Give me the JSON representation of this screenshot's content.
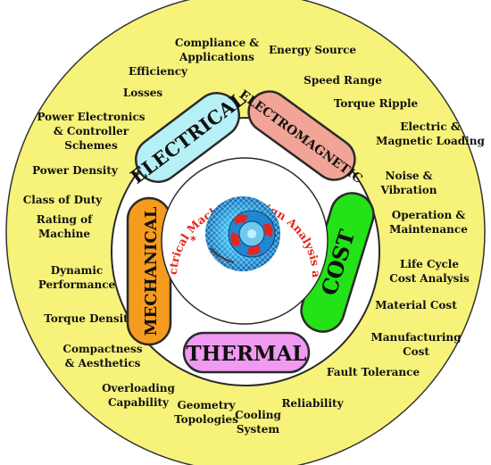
{
  "colors": {
    "outer_ring": "#f7f27a",
    "outer_ring_stroke": "#333333",
    "inner_circle_fill": "#ffffff",
    "inner_ring_stroke": "#2a2a2a",
    "title_text": "#e3271b",
    "electrical": "#b6f0f7",
    "electromagnetic": "#f2a596",
    "cost": "#23e217",
    "thermal": "#f09af2",
    "mechanical": "#f59b1e"
  },
  "center_title": "Parameters of Electrical Machine Design Analysis and Characteristic",
  "categories": [
    {
      "id": "electrical",
      "label": "ELECTRICAL"
    },
    {
      "id": "electromagnetic",
      "label": "ELECTROMAGNETIC"
    },
    {
      "id": "cost",
      "label": "COST"
    },
    {
      "id": "thermal",
      "label": "THERMAL"
    },
    {
      "id": "mechanical",
      "label": "MECHANICAL"
    }
  ],
  "parameters": [
    {
      "lines": [
        "Compliance &",
        "Applications"
      ]
    },
    {
      "lines": [
        "Energy Source"
      ]
    },
    {
      "lines": [
        "Efficiency"
      ]
    },
    {
      "lines": [
        "Speed Range"
      ]
    },
    {
      "lines": [
        "Losses"
      ]
    },
    {
      "lines": [
        "Torque Ripple"
      ]
    },
    {
      "lines": [
        "Power Electronics",
        "& Controller",
        "Schemes"
      ]
    },
    {
      "lines": [
        "Electric &",
        "Magnetic Loading"
      ]
    },
    {
      "lines": [
        "Power Density"
      ]
    },
    {
      "lines": [
        "Noise &",
        "Vibration"
      ]
    },
    {
      "lines": [
        "Class of Duty"
      ]
    },
    {
      "lines": [
        "Operation &",
        "Maintenance"
      ]
    },
    {
      "lines": [
        "Rating of",
        "Machine"
      ]
    },
    {
      "lines": [
        "Life Cycle",
        "Cost Analysis"
      ]
    },
    {
      "lines": [
        "Dynamic",
        "Performance"
      ]
    },
    {
      "lines": [
        "Material Cost"
      ]
    },
    {
      "lines": [
        "Torque Density"
      ]
    },
    {
      "lines": [
        "Manufacturing",
        "Cost"
      ]
    },
    {
      "lines": [
        "Compactness",
        "& Aesthetics"
      ]
    },
    {
      "lines": [
        "Fault Tolerance"
      ]
    },
    {
      "lines": [
        "Overloading",
        "Capability"
      ]
    },
    {
      "lines": [
        "Reliability"
      ]
    },
    {
      "lines": [
        "Geometry",
        "Topologies"
      ]
    },
    {
      "lines": [
        "Cooling",
        "System"
      ]
    }
  ]
}
